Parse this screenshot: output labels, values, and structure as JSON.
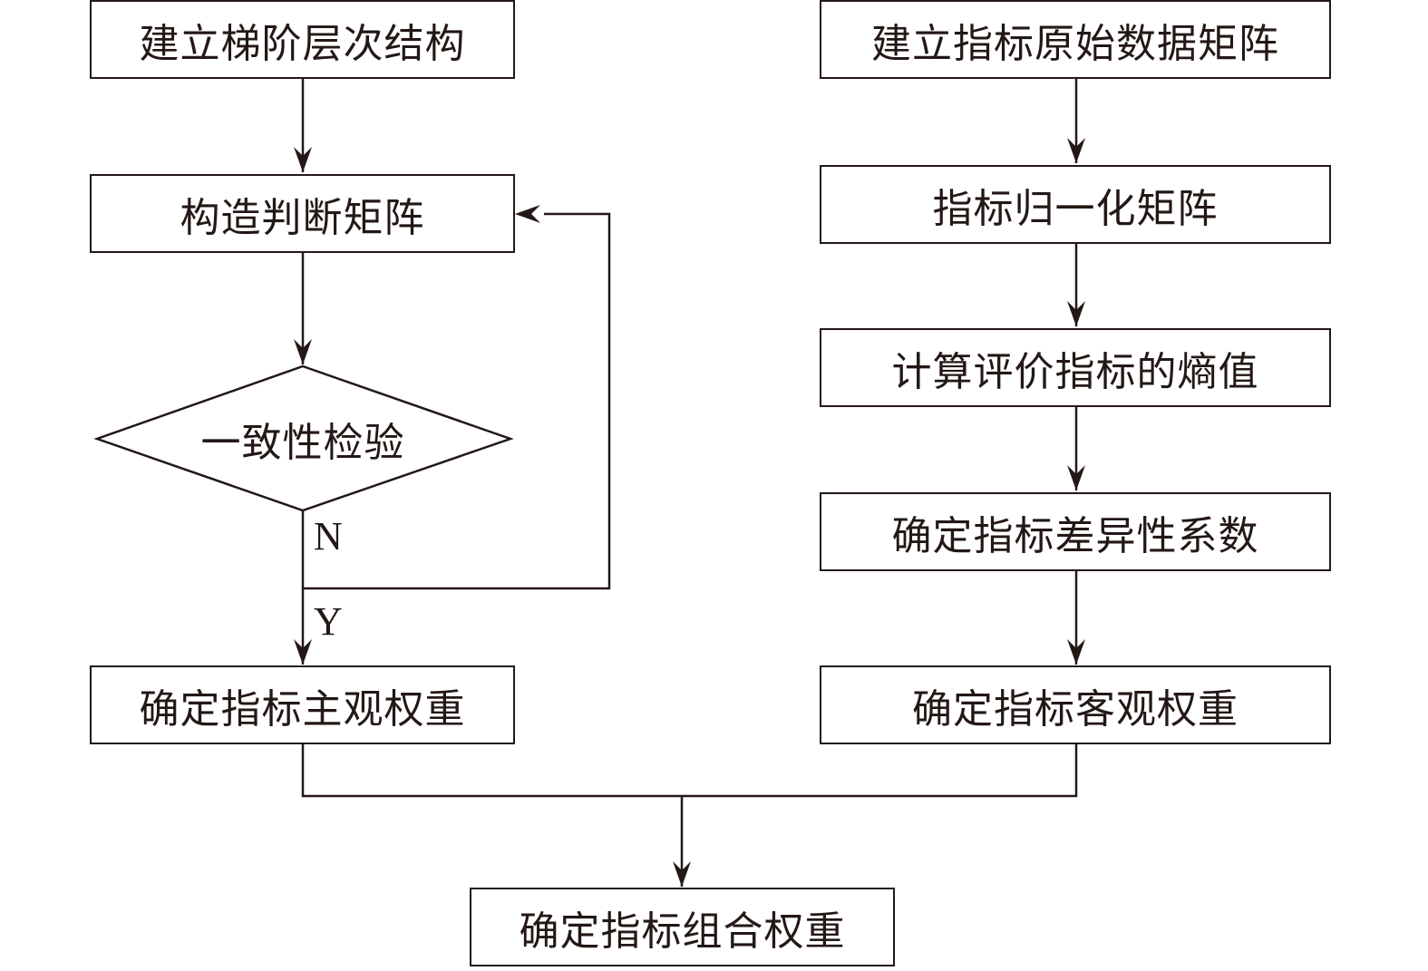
{
  "left_column": {
    "step1": "建立梯阶层次结构",
    "step2": "构造判断矩阵",
    "decision": "一致性检验",
    "no_label": "N",
    "yes_label": "Y",
    "step3": "确定指标主观权重"
  },
  "right_column": {
    "step1": "建立指标原始数据矩阵",
    "step2": "指标归一化矩阵",
    "step3": "计算评价指标的熵值",
    "step4": "确定指标差异性系数",
    "step5": "确定指标客观权重"
  },
  "final_step": "确定指标组合权重",
  "colors": {
    "line": "#231815",
    "background": "#ffffff"
  }
}
